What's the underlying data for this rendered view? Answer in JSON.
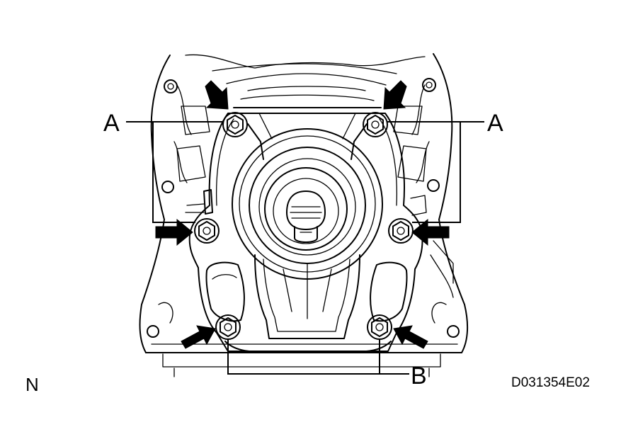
{
  "labels": {
    "callout_a": "A",
    "callout_b": "B",
    "orientation": "N",
    "figure_code": "D031354E02"
  },
  "bolts": [
    {
      "group": "A",
      "side": "upper-left"
    },
    {
      "group": "A",
      "side": "upper-right"
    },
    {
      "group": "A",
      "side": "middle-left"
    },
    {
      "group": "A",
      "side": "middle-right"
    },
    {
      "group": "B",
      "side": "lower-left"
    },
    {
      "group": "B",
      "side": "lower-right"
    }
  ],
  "colors": {
    "ink": "#000000",
    "background": "#ffffff"
  }
}
